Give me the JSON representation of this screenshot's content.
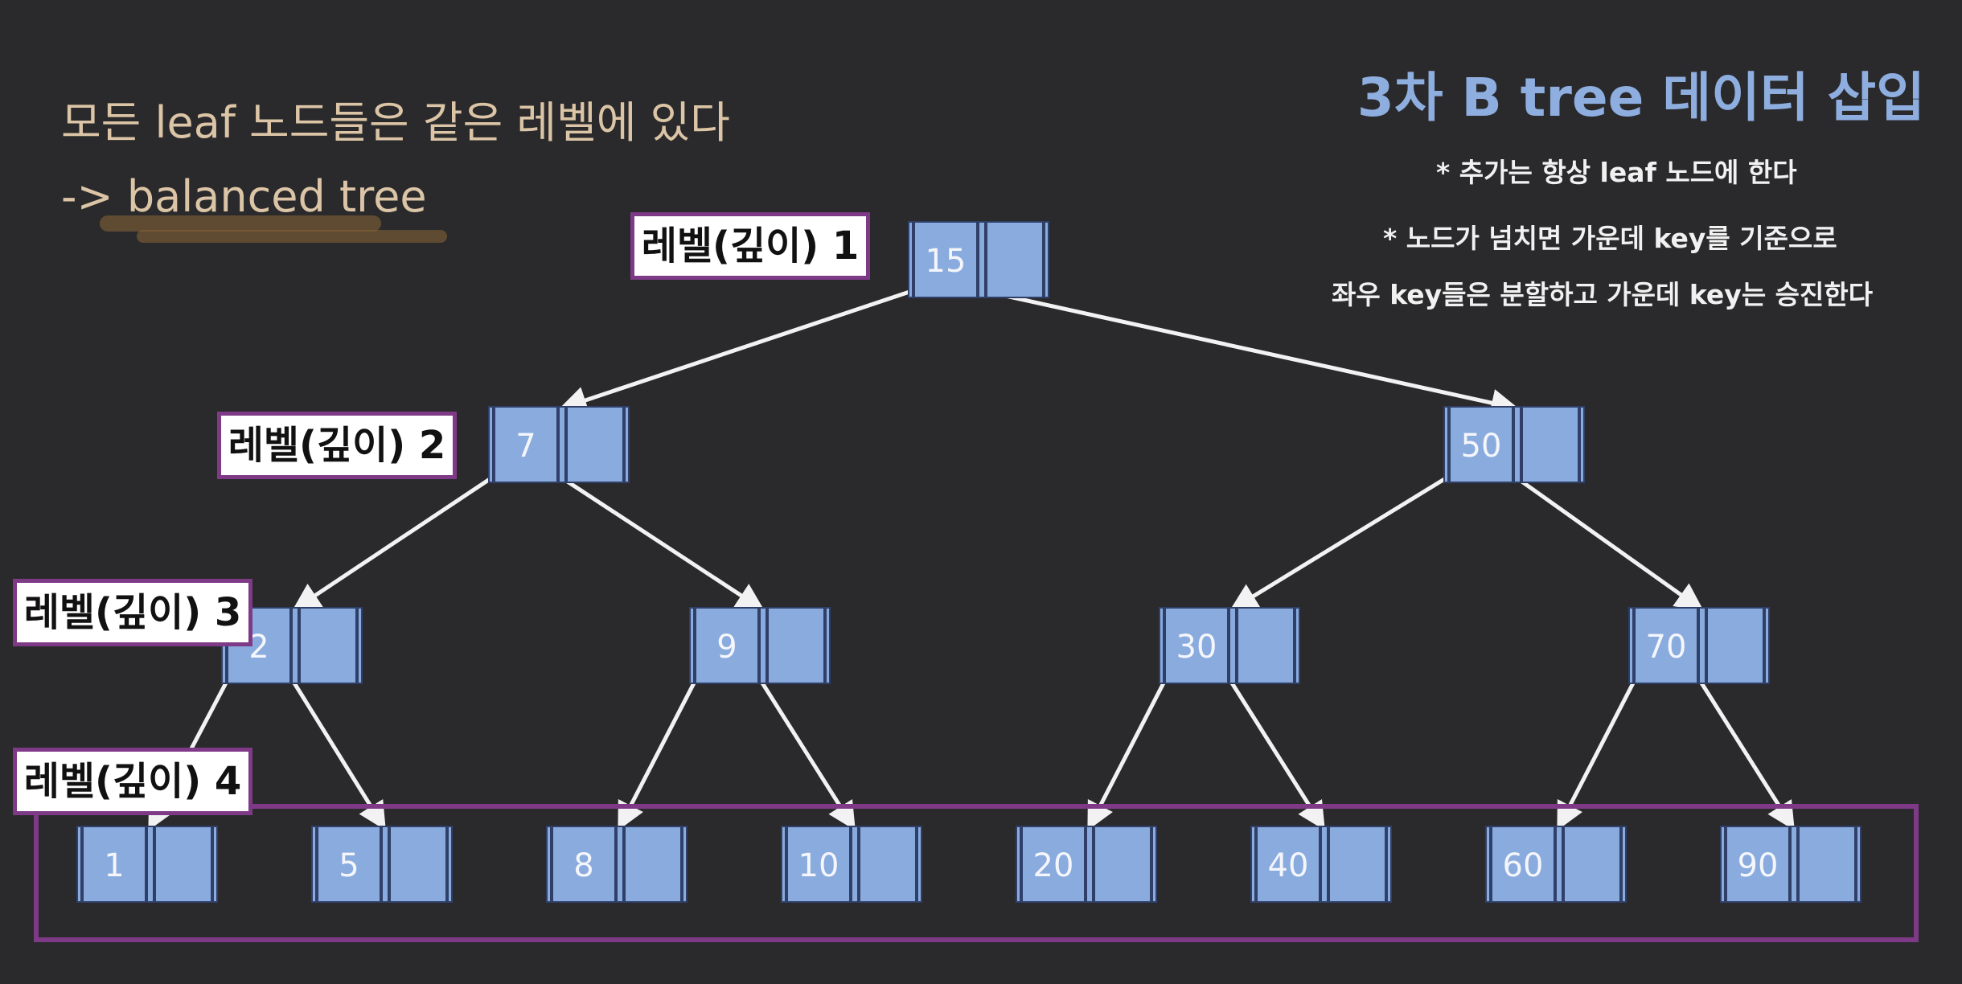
{
  "notes": {
    "line1": "모든 leaf 노드들은 같은 레벨에 있다",
    "line2": "-> balanced tree"
  },
  "title": "3차 B tree 데이터 삽입",
  "rules": [
    "* 추가는 항상 leaf 노드에 한다",
    "* 노드가 넘치면 가운데 key를 기준으로",
    "좌우 key들은 분할하고 가운데 key는 승진한다"
  ],
  "levels": [
    "레벨(깊이) 1",
    "레벨(깊이) 2",
    "레벨(깊이) 3",
    "레벨(깊이) 4"
  ],
  "tree": {
    "root": "15",
    "level2": [
      "7",
      "50"
    ],
    "level3": [
      "2",
      "9",
      "30",
      "70"
    ],
    "leaves": [
      "1",
      "5",
      "8",
      "10",
      "20",
      "40",
      "60",
      "90"
    ]
  },
  "colors": {
    "node_fill": "#8aabde",
    "node_border": "#2f3f68",
    "edge": "#f2f2f2",
    "level_frame": "#7e3a87",
    "title": "#8eaee0",
    "note": "#dcc5a6"
  }
}
